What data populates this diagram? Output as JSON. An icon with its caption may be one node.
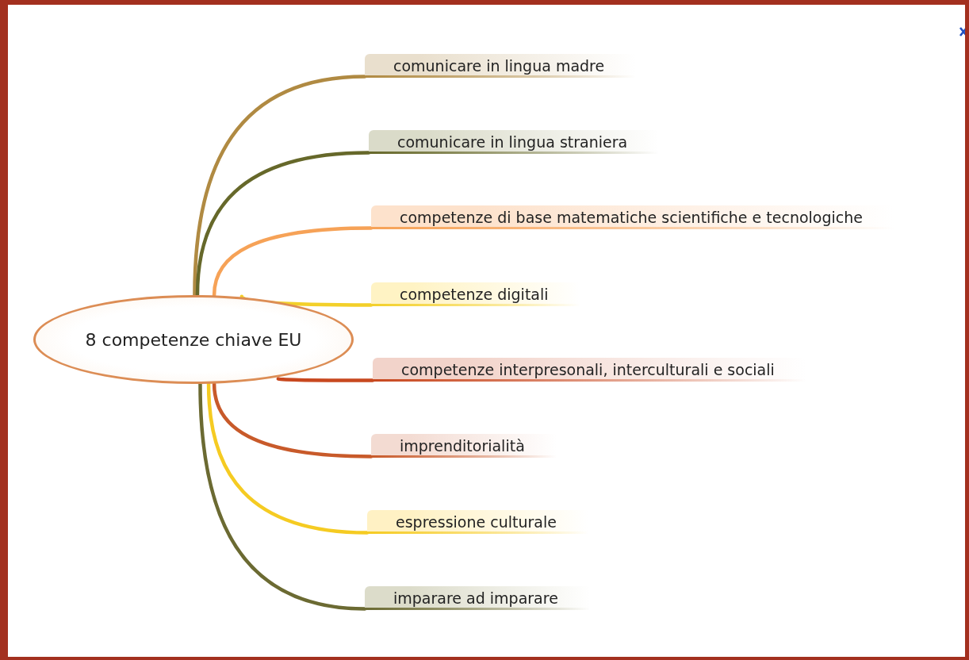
{
  "diagram": {
    "nodes": [
      {
        "text": [
          "8 competenze chiave EU"
        ]
      },
      {
        "text": [
          "comunicare in lingua madre"
        ]
      },
      {
        "text": [
          "comunicare in lingua straniera"
        ]
      },
      {
        "text": [
          "competenze di base matematiche scientifiche e tecnologiche"
        ]
      },
      {
        "text": [
          "competenze digitali"
        ]
      },
      {
        "text": [
          "competenze interpresonali, interculturali e sociali"
        ]
      },
      {
        "text": [
          "imprenditorialità"
        ]
      },
      {
        "text": [
          "espressione culturale"
        ]
      },
      {
        "text": [
          "imparare ad imparare"
        ]
      }
    ],
    "edges": [
      {
        "from": 0,
        "to": 1,
        "arrow": "none",
        "color": "#b08a42"
      },
      {
        "from": 0,
        "to": 2,
        "arrow": "none",
        "color": "#66682a"
      },
      {
        "from": 0,
        "to": 3,
        "arrow": "none",
        "color": "#f6a257"
      },
      {
        "from": 0,
        "to": 4,
        "arrow": "none",
        "color": "#f3d02a"
      },
      {
        "from": 0,
        "to": 5,
        "arrow": "none",
        "color": "#c8481f"
      },
      {
        "from": 0,
        "to": 6,
        "arrow": "none",
        "color": "#c85a2a"
      },
      {
        "from": 0,
        "to": 7,
        "arrow": "none",
        "color": "#f5cb22"
      },
      {
        "from": 0,
        "to": 8,
        "arrow": "none",
        "color": "#6b6a32"
      }
    ]
  }
}
